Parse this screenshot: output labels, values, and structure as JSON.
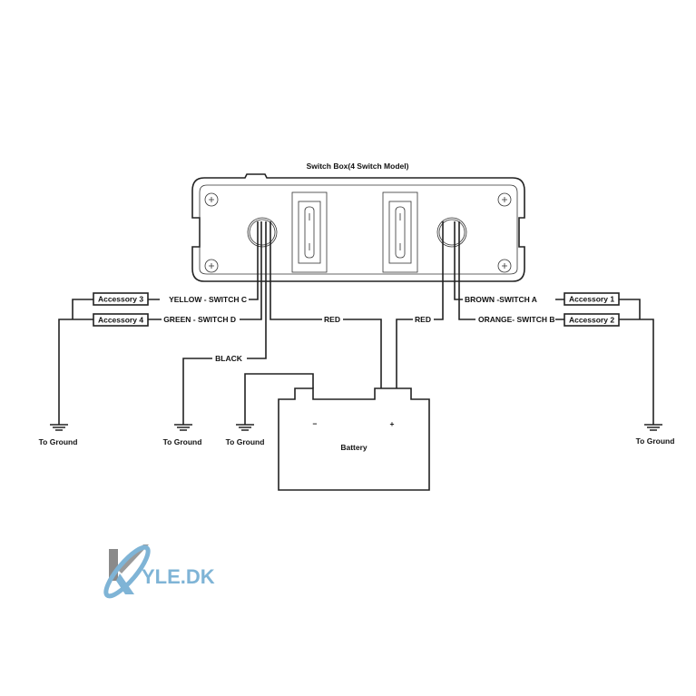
{
  "title": "Switch Box(4 Switch Model)",
  "wires": {
    "yellow": "YELLOW - SWITCH C",
    "green": "GREEN - SWITCH D",
    "black": "BLACK",
    "red_left": "RED",
    "red_right": "RED",
    "brown": "BROWN -SWITCH A",
    "orange": "ORANGE- SWITCH B"
  },
  "accessories": [
    "Accessory 3",
    "Accessory 4",
    "Accessory 1",
    "Accessory 2"
  ],
  "grounds": [
    "To Ground",
    "To Ground",
    "To Ground",
    "To Ground"
  ],
  "battery": {
    "label": "Battery",
    "negative": "−",
    "positive": "+"
  },
  "logo": {
    "text": "YLE.DK",
    "full": "KYLE.DK",
    "colors": {
      "blue": "#7fb4d6",
      "gray": "#8a8a8a"
    }
  }
}
